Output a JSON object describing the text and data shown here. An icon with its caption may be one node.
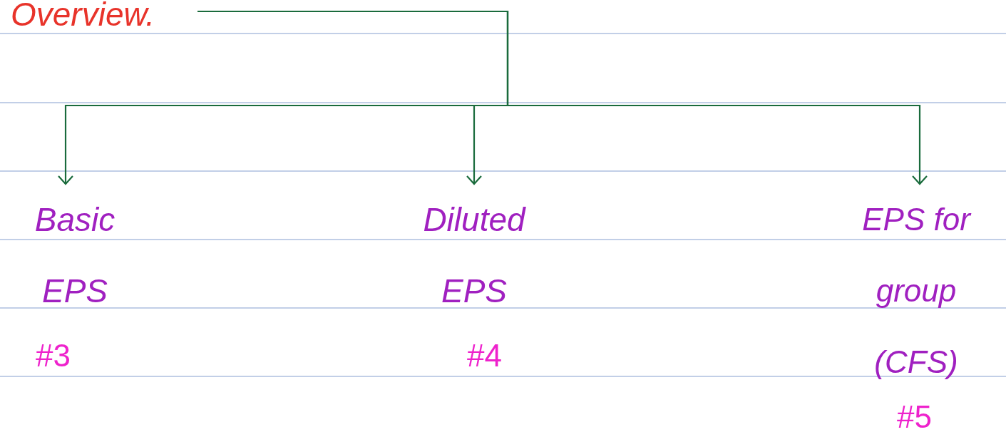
{
  "diagram": {
    "nodes": [
      {
        "text": [
          "Overview."
        ]
      },
      {
        "text": [
          "Basic EPS"
        ],
        "beside": [
          "#3"
        ]
      },
      {
        "text": [
          "Diluted EPS"
        ],
        "beside": [
          "#4"
        ]
      },
      {
        "text": [
          "EPS for group (CFS)"
        ],
        "beside": [
          "#5"
        ]
      }
    ],
    "edges": [
      {
        "from": 0,
        "to": 1,
        "arrow": "to",
        "color": "#1a6b3c"
      },
      {
        "from": 0,
        "to": 2,
        "arrow": "to",
        "color": "#1a6b3c"
      },
      {
        "from": 0,
        "to": 3,
        "arrow": "to",
        "color": "#1a6b3c"
      }
    ]
  }
}
